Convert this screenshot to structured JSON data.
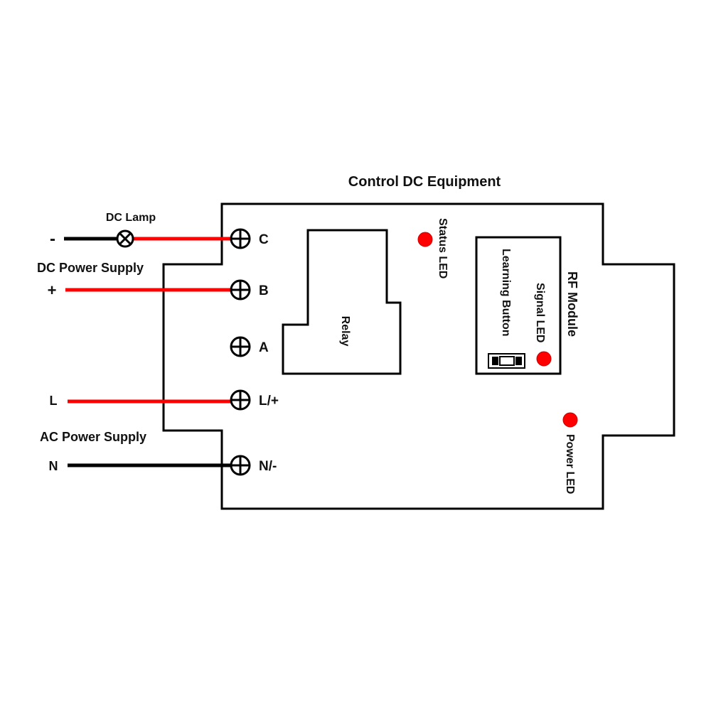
{
  "diagram": {
    "title": "Control DC Equipment",
    "dc_lamp_label": "DC Lamp",
    "dc_power_label": "DC Power Supply",
    "dc_minus": "-",
    "dc_plus": "+",
    "ac_power_label": "AC Power Supply",
    "ac_l": "L",
    "ac_n": "N",
    "terminals": {
      "c": "C",
      "b": "B",
      "a": "A",
      "l": "L/+",
      "n": "N/-"
    },
    "relay_label": "Relay",
    "status_led_label": "Status LED",
    "power_led_label": "Power LED",
    "rf_module_label": "RF Module",
    "signal_led_label": "Signal LED",
    "learning_button_label": "Learning Button",
    "colors": {
      "wire_live": "#ff0000",
      "wire_neutral": "#000000",
      "led": "#ff0000",
      "outline": "#000000"
    }
  }
}
